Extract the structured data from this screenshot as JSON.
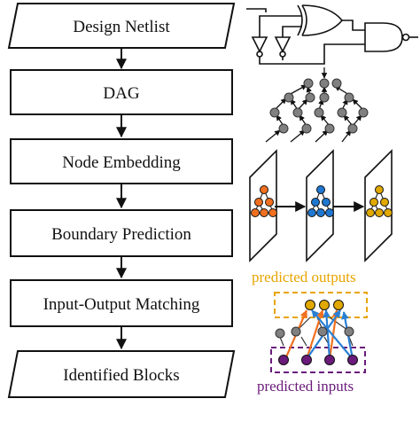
{
  "flow": {
    "steps": [
      {
        "label": "Design Netlist",
        "shape": "parallelogram"
      },
      {
        "label": "DAG",
        "shape": "rectangle"
      },
      {
        "label": "Node Embedding",
        "shape": "rectangle"
      },
      {
        "label": "Boundary Prediction",
        "shape": "rectangle"
      },
      {
        "label": "Input-Output Matching",
        "shape": "rectangle"
      },
      {
        "label": "Identified Blocks",
        "shape": "parallelogram"
      }
    ]
  },
  "annotations": {
    "predicted_outputs": "predicted outputs",
    "predicted_inputs": "predicted inputs"
  },
  "colors": {
    "outputs": "#e8a400",
    "inputs": "#6a1b7a",
    "embed_orange": "#f07020",
    "embed_blue": "#1f77d0",
    "embed_gold": "#e0a800",
    "node_gray": "#808080",
    "arrow_blue": "#2a7fd4",
    "arrow_orange": "#f07020"
  },
  "icons": [
    "gate-circuit-icon",
    "dag-graph-icon",
    "embedding-planes-icon",
    "matching-graph-icon"
  ]
}
